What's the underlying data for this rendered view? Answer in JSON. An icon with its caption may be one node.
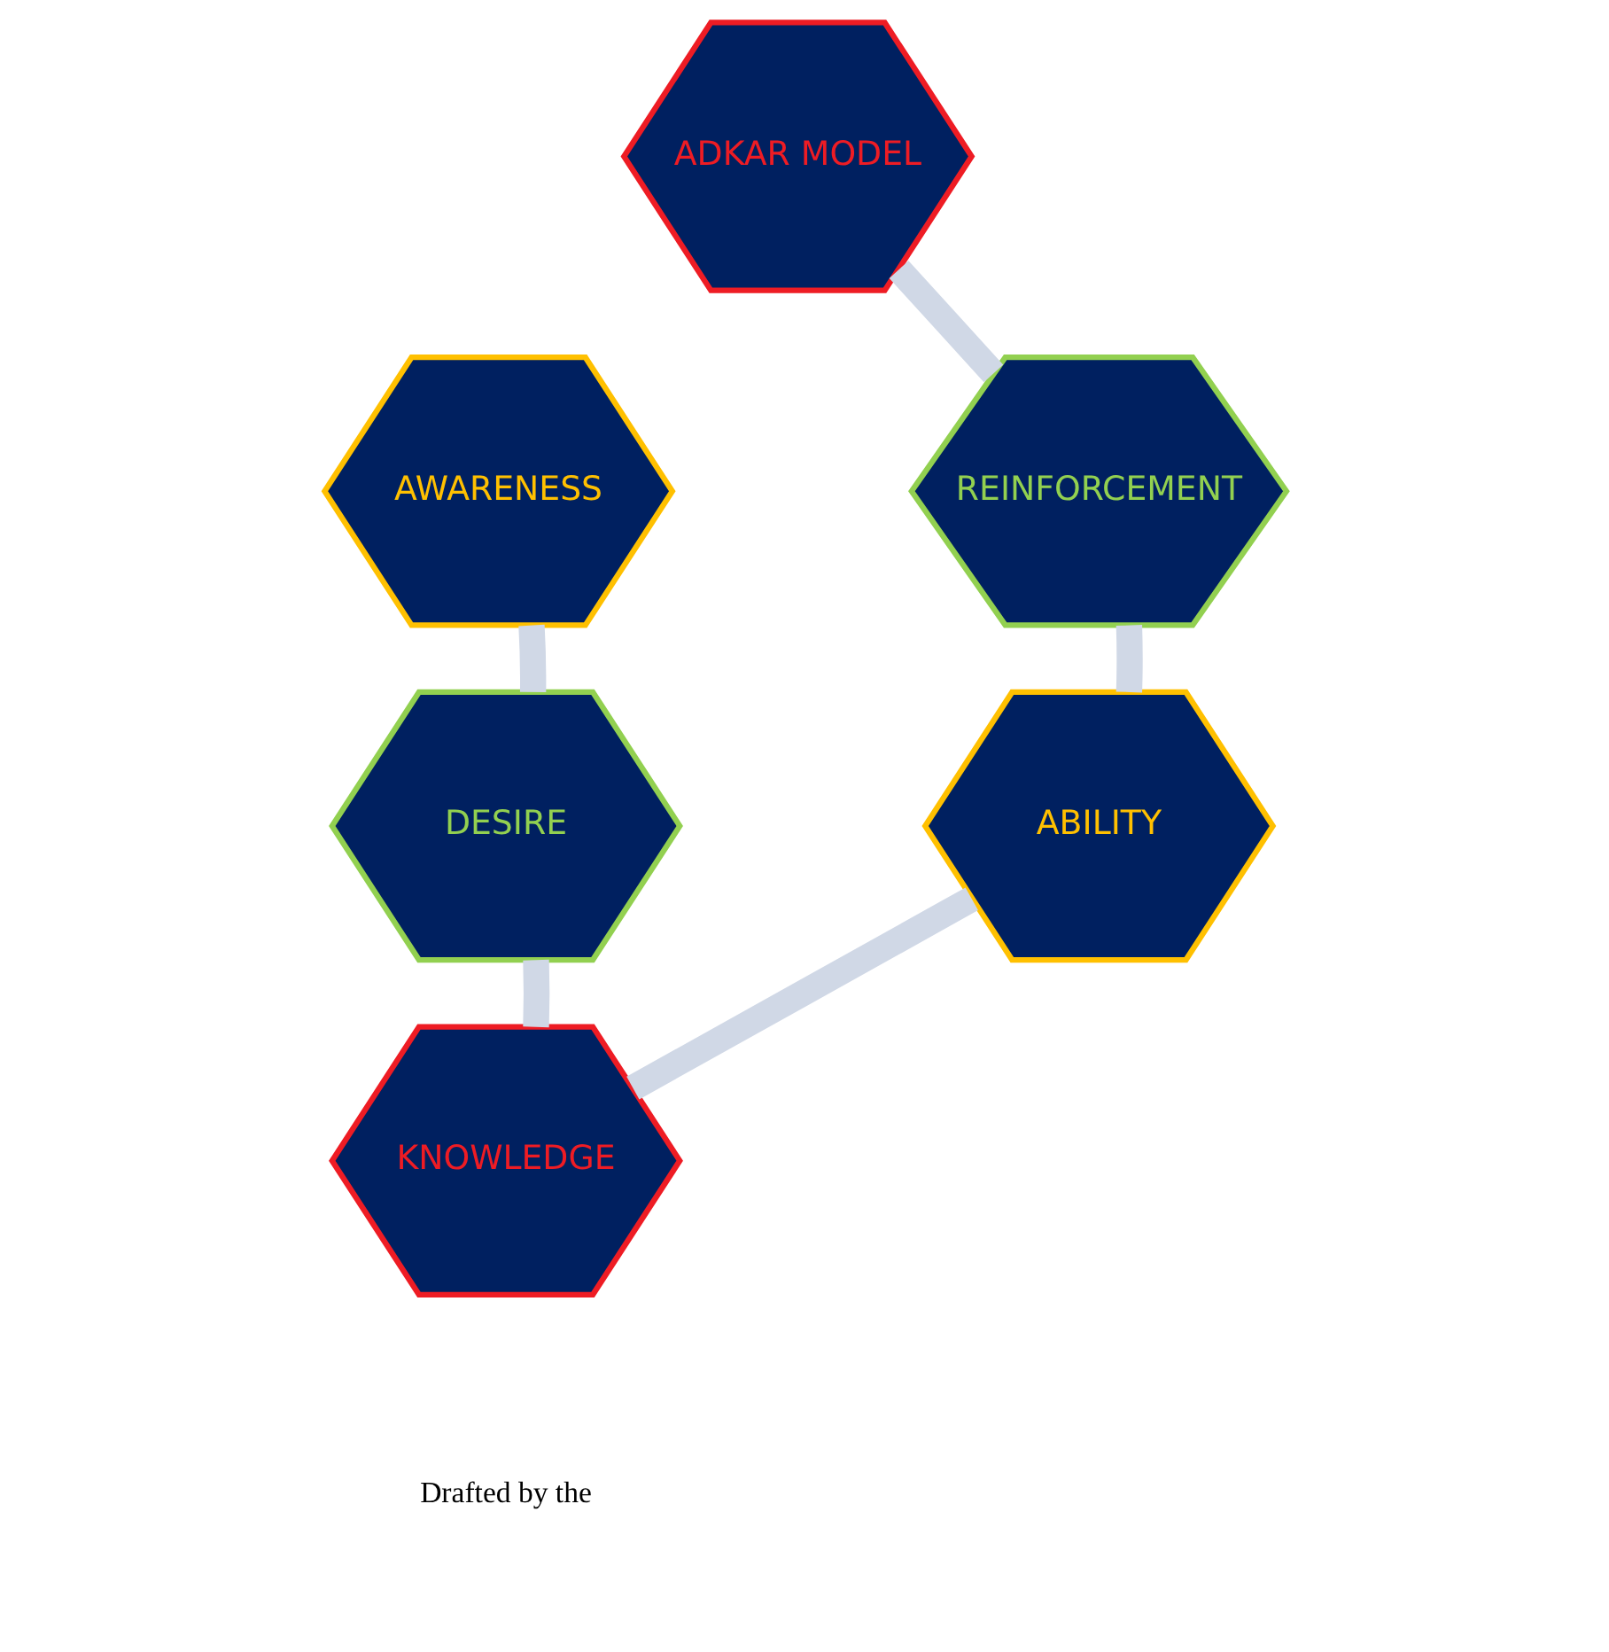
{
  "diagram": {
    "nodes": [
      {
        "text": [
          "ADKAR MODEL"
        ]
      },
      {
        "text": [
          "AWARENESS"
        ]
      },
      {
        "text": [
          "REINFORCEMENT"
        ]
      },
      {
        "text": [
          "DESIRE"
        ]
      },
      {
        "text": [
          "ABILITY"
        ]
      },
      {
        "text": [
          "KNOWLEDGE"
        ]
      }
    ],
    "edges": [
      {
        "from": 0,
        "to": 2,
        "arrow": "none"
      },
      {
        "from": 2,
        "to": 4,
        "arrow": "none"
      },
      {
        "from": 4,
        "to": 5,
        "arrow": "none"
      },
      {
        "from": 5,
        "to": 3,
        "arrow": "none"
      },
      {
        "from": 3,
        "to": 1,
        "arrow": "none"
      }
    ],
    "labels": [
      "Drafted by the"
    ]
  }
}
